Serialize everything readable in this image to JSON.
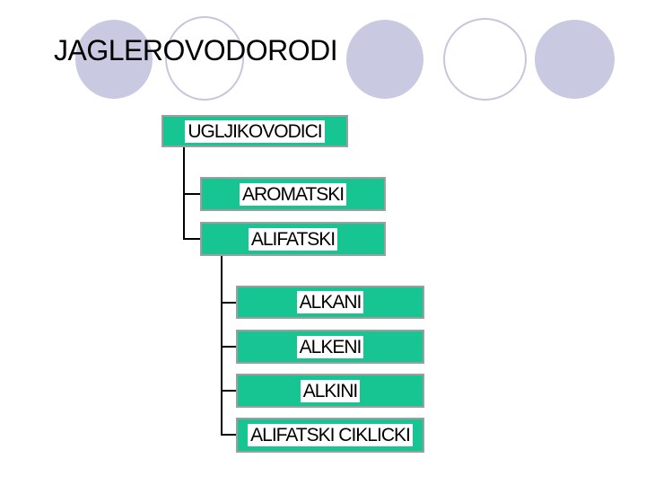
{
  "slide": {
    "title": "JAGLEROVODORODI",
    "background_color": "#FFFFFF",
    "title_color": "#000000"
  },
  "decorations": {
    "circle_fill_color": "#C9C9E2",
    "circle_outline_color": "#C6C6DE",
    "circles": [
      {
        "style": "filled"
      },
      {
        "style": "outlined"
      },
      {
        "style": "filled"
      },
      {
        "style": "outlined"
      },
      {
        "style": "filled"
      }
    ]
  },
  "diagram": {
    "type": "tree",
    "box_fill_color": "#17C592",
    "box_border_color": "#9E9E9E",
    "label_background_color": "#FFFFFF",
    "label_text_color": "#000000",
    "connector_color": "#000000",
    "nodes": [
      {
        "id": "ugljikovodici",
        "label": "UGLJIKOVODICI",
        "parent": null
      },
      {
        "id": "aromatski",
        "label": "AROMATSKI",
        "parent": "ugljikovodici"
      },
      {
        "id": "alifatski",
        "label": "ALIFATSKI",
        "parent": "ugljikovodici"
      },
      {
        "id": "alkani",
        "label": "ALKANI",
        "parent": "alifatski"
      },
      {
        "id": "alkeni",
        "label": "ALKENI",
        "parent": "alifatski"
      },
      {
        "id": "alkini",
        "label": "ALKINI",
        "parent": "alifatski"
      },
      {
        "id": "alifatski-ciklicki",
        "label": "ALIFATSKI CIKLICKI",
        "parent": "alifatski"
      }
    ]
  }
}
